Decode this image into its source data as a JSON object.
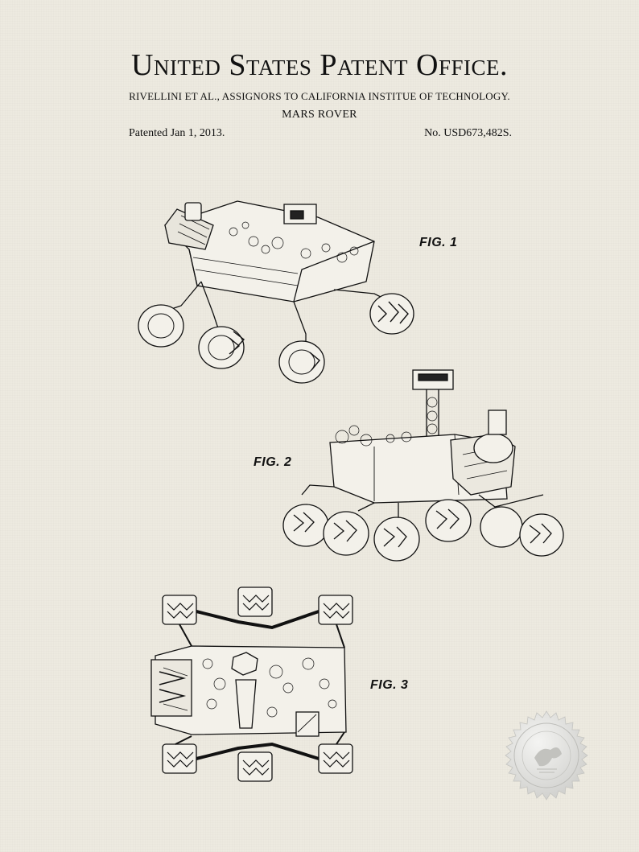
{
  "header": {
    "title": "United States Patent Office.",
    "assignors": "RIVELLINI ET AL., ASSIGNORS TO CALIFORNIA INSTITUE OF TECHNOLOGY.",
    "subject": "MARS ROVER",
    "patented": "Patented Jan 1, 2013.",
    "number": "No. USD673,482S."
  },
  "figures": [
    {
      "label": "FIG. 1",
      "view": "perspective"
    },
    {
      "label": "FIG. 2",
      "view": "side-perspective"
    },
    {
      "label": "FIG. 3",
      "view": "top"
    }
  ],
  "icons": {
    "seal": "patent-office-seal-icon"
  },
  "colors": {
    "paper": "#edeae0",
    "ink": "#111111",
    "seal": "#d9d9d6"
  }
}
